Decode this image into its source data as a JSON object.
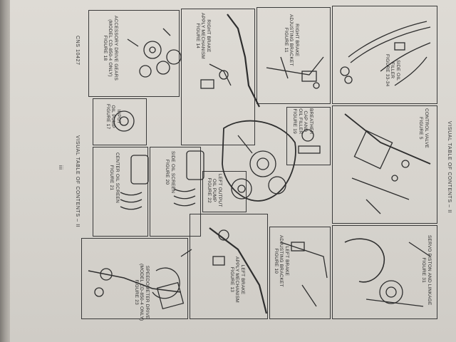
{
  "header": {
    "title": "VISUAL TABLE OF CONTENTS – II"
  },
  "footer": {
    "code": "CNS 10427",
    "title": "VISUAL TABLE OF CONTENTS – II",
    "page": "iii"
  },
  "figures": {
    "side_oil_filler": [
      "SIDE OIL",
      "FILLER",
      "FIGURE 33-34"
    ],
    "right_brake_adjusting": [
      "RIGHT BRAKE",
      "ADJUSTING BRACKET",
      "FIGURE 11"
    ],
    "right_brake_mech": [
      "RIGHT BRAKE",
      "APPLY MECHANISM",
      "FIGURE 14"
    ],
    "accessory_drive": [
      "ACCESSORY DRIVE GEARS",
      "(MODEL CD-850-4 ONLY)",
      "FIGURE 18"
    ],
    "control_valve": [
      "CONTROL VALVE",
      "FIGURE 5"
    ],
    "breather": [
      "BREATHER",
      "CAP AND",
      "OIL FILLER",
      "FIGURE 19"
    ],
    "input_oil_pump": [
      "INPUT",
      "OIL PUMP",
      "FIGURE 17"
    ],
    "center_oil_screen": [
      "CENTER OIL SCREEN",
      "FIGURE 21"
    ],
    "side_oil_screen": [
      "SIDE OIL SCREEN",
      "FIGURE 20"
    ],
    "left_output_pump": [
      "LEFT OUTPUT",
      "OIL PUMP",
      "FIGURE 22"
    ],
    "servo_piston": [
      "SERVO PISTON AND LINKAGE",
      "FIGURE 31"
    ],
    "left_brake_adjusting": [
      "LEFT BRAKE",
      "ADJUSTING BRACKET",
      "FIGURE 10"
    ],
    "left_brake_mech": [
      "LEFT BRAKE",
      "APPLY MECHANISM",
      "FIGURE 13"
    ],
    "speedometer": [
      "SPEEDOMETER DRIVE",
      "(MODEL CD-850-4 ONLY)",
      "FIGURE 23"
    ]
  }
}
